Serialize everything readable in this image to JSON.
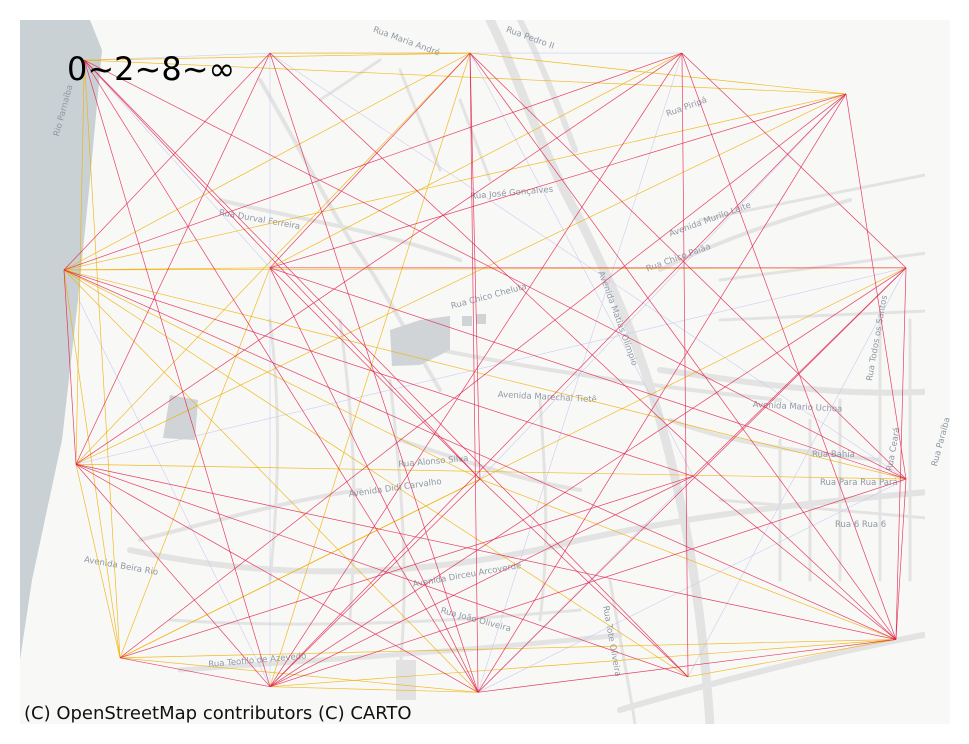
{
  "legend": {
    "text": "0~2~8~∞"
  },
  "attribution": "(C) OpenStreetMap contributors (C) CARTO",
  "colors": {
    "band_0_2": "#c8c8f0",
    "band_2_8": "#f0b000",
    "band_8_inf": "#e0204a",
    "background": "#f8f8f7",
    "river": "#c8d0d4",
    "road": "#e2e2e2"
  },
  "street_labels": [
    {
      "text": "Rua Maria André"
    },
    {
      "text": "Rua Pedro II"
    },
    {
      "text": "Rua Piripá"
    },
    {
      "text": "Rua José Gonçalves"
    },
    {
      "text": "Rua Durval Ferreira"
    },
    {
      "text": "Rua Chico Paiãa"
    },
    {
      "text": "Avenida Murilo Leite"
    },
    {
      "text": "Rua Chico Cheluta"
    },
    {
      "text": "Avenida Matias Olímpio"
    },
    {
      "text": "Avenida Marechal Tietê"
    },
    {
      "text": "Avenida Mario Uchoa"
    },
    {
      "text": "Rua Bahia"
    },
    {
      "text": "Rua Alonso Silva"
    },
    {
      "text": "Avenida Didi Carvalho"
    },
    {
      "text": "Rua Para Rua Pará"
    },
    {
      "text": "Rua 6 Rua 6"
    },
    {
      "text": "Avenida Dirceu Arcoverde"
    },
    {
      "text": "Avenida Beira Rio"
    },
    {
      "text": "Rua João Oliveira"
    },
    {
      "text": "Rua Teofilo de Azevedo"
    },
    {
      "text": "Rua Tote Oliveira"
    },
    {
      "text": "Rio Parnaíba"
    },
    {
      "text": "Rua Ceará"
    },
    {
      "text": "Rua Todos os Santos"
    },
    {
      "text": "Rua Paraíba"
    }
  ],
  "nodes": [
    {
      "id": "n1",
      "lon": 0.0692,
      "lat": 0.943
    },
    {
      "id": "n2",
      "lon": 0.2688,
      "lat": 0.953
    },
    {
      "id": "n3",
      "lon": 0.4839,
      "lat": 0.953
    },
    {
      "id": "n4",
      "lon": 0.7118,
      "lat": 0.953
    },
    {
      "id": "n5",
      "lon": 0.8882,
      "lat": 0.895
    },
    {
      "id": "n6",
      "lon": 0.0473,
      "lat": 0.645
    },
    {
      "id": "n7",
      "lon": 0.2688,
      "lat": 0.648
    },
    {
      "id": "n8",
      "lon": 0.9527,
      "lat": 0.648
    },
    {
      "id": "n9",
      "lon": 0.0602,
      "lat": 0.369
    },
    {
      "id": "n10",
      "lon": 0.4946,
      "lat": 0.348
    },
    {
      "id": "n11",
      "lon": 0.7237,
      "lat": 0.352
    },
    {
      "id": "n12",
      "lon": 0.9527,
      "lat": 0.348
    },
    {
      "id": "n13",
      "lon": 0.1075,
      "lat": 0.094
    },
    {
      "id": "n14",
      "lon": 0.2688,
      "lat": 0.053
    },
    {
      "id": "n15",
      "lon": 0.4925,
      "lat": 0.045
    },
    {
      "id": "n16",
      "lon": 0.7183,
      "lat": 0.067
    },
    {
      "id": "n17",
      "lon": 0.9419,
      "lat": 0.12
    }
  ],
  "flows": [
    {
      "from": "n1",
      "to": "n5",
      "band": "2-8"
    },
    {
      "from": "n1",
      "to": "n3",
      "band": "2-8"
    },
    {
      "from": "n1",
      "to": "n13",
      "band": "2-8"
    },
    {
      "from": "n1",
      "to": "n10",
      "band": "8-inf"
    },
    {
      "from": "n1",
      "to": "n15",
      "band": "8-inf"
    },
    {
      "from": "n1",
      "to": "n12",
      "band": "8-inf"
    },
    {
      "from": "n1",
      "to": "n9",
      "band": "2-8"
    },
    {
      "from": "n1",
      "to": "n7",
      "band": "0-2"
    },
    {
      "from": "n1",
      "to": "n2",
      "band": "0-2"
    },
    {
      "from": "n1",
      "to": "n14",
      "band": "8-inf"
    },
    {
      "from": "n1",
      "to": "n16",
      "band": "8-inf"
    },
    {
      "from": "n2",
      "to": "n17",
      "band": "8-inf"
    },
    {
      "from": "n2",
      "to": "n15",
      "band": "8-inf"
    },
    {
      "from": "n2",
      "to": "n9",
      "band": "8-inf"
    },
    {
      "from": "n2",
      "to": "n12",
      "band": "0-2"
    },
    {
      "from": "n2",
      "to": "n4",
      "band": "0-2"
    },
    {
      "from": "n2",
      "to": "n6",
      "band": "8-inf"
    },
    {
      "from": "n2",
      "to": "n3",
      "band": "2-8"
    },
    {
      "from": "n2",
      "to": "n14",
      "band": "0-2"
    },
    {
      "from": "n3",
      "to": "n14",
      "band": "2-8"
    },
    {
      "from": "n3",
      "to": "n17",
      "band": "8-inf"
    },
    {
      "from": "n3",
      "to": "n7",
      "band": "8-inf"
    },
    {
      "from": "n3",
      "to": "n6",
      "band": "2-8"
    },
    {
      "from": "n3",
      "to": "n9",
      "band": "2-8"
    },
    {
      "from": "n3",
      "to": "n12",
      "band": "8-inf"
    },
    {
      "from": "n3",
      "to": "n10",
      "band": "8-inf"
    },
    {
      "from": "n3",
      "to": "n15",
      "band": "8-inf"
    },
    {
      "from": "n3",
      "to": "n5",
      "band": "2-8"
    },
    {
      "from": "n3",
      "to": "n11",
      "band": "0-2"
    },
    {
      "from": "n4",
      "to": "n17",
      "band": "8-inf"
    },
    {
      "from": "n4",
      "to": "n14",
      "band": "8-inf"
    },
    {
      "from": "n4",
      "to": "n9",
      "band": "8-inf"
    },
    {
      "from": "n4",
      "to": "n7",
      "band": "2-8"
    },
    {
      "from": "n4",
      "to": "n8",
      "band": "8-inf"
    },
    {
      "from": "n4",
      "to": "n6",
      "band": "8-inf"
    },
    {
      "from": "n4",
      "to": "n15",
      "band": "0-2"
    },
    {
      "from": "n4",
      "to": "n16",
      "band": "8-inf"
    },
    {
      "from": "n5",
      "to": "n14",
      "band": "8-inf"
    },
    {
      "from": "n5",
      "to": "n13",
      "band": "8-inf"
    },
    {
      "from": "n5",
      "to": "n9",
      "band": "2-8"
    },
    {
      "from": "n5",
      "to": "n7",
      "band": "8-inf"
    },
    {
      "from": "n5",
      "to": "n6",
      "band": "2-8"
    },
    {
      "from": "n5",
      "to": "n12",
      "band": "8-inf"
    },
    {
      "from": "n5",
      "to": "n10",
      "band": "0-2"
    },
    {
      "from": "n5",
      "to": "n15",
      "band": "8-inf"
    },
    {
      "from": "n6",
      "to": "n12",
      "band": "2-8"
    },
    {
      "from": "n6",
      "to": "n17",
      "band": "8-inf"
    },
    {
      "from": "n6",
      "to": "n15",
      "band": "2-8"
    },
    {
      "from": "n6",
      "to": "n14",
      "band": "0-2"
    },
    {
      "from": "n6",
      "to": "n10",
      "band": "2-8"
    },
    {
      "from": "n6",
      "to": "n8",
      "band": "2-8"
    },
    {
      "from": "n6",
      "to": "n13",
      "band": "2-8"
    },
    {
      "from": "n6",
      "to": "n11",
      "band": "8-inf"
    },
    {
      "from": "n6",
      "to": "n9",
      "band": "8-inf"
    },
    {
      "from": "n6",
      "to": "n16",
      "band": "2-8"
    },
    {
      "from": "n6",
      "to": "n7",
      "band": "2-8"
    },
    {
      "from": "n7",
      "to": "n12",
      "band": "8-inf"
    },
    {
      "from": "n7",
      "to": "n13",
      "band": "2-8"
    },
    {
      "from": "n7",
      "to": "n10",
      "band": "8-inf"
    },
    {
      "from": "n7",
      "to": "n15",
      "band": "8-inf"
    },
    {
      "from": "n7",
      "to": "n8",
      "band": "8-inf"
    },
    {
      "from": "n8",
      "to": "n13",
      "band": "2-8"
    },
    {
      "from": "n8",
      "to": "n14",
      "band": "8-inf"
    },
    {
      "from": "n8",
      "to": "n15",
      "band": "8-inf"
    },
    {
      "from": "n8",
      "to": "n16",
      "band": "0-2"
    },
    {
      "from": "n8",
      "to": "n9",
      "band": "0-2"
    },
    {
      "from": "n8",
      "to": "n11",
      "band": "8-inf"
    },
    {
      "from": "n8",
      "to": "n17",
      "band": "8-inf"
    },
    {
      "from": "n9",
      "to": "n17",
      "band": "8-inf"
    },
    {
      "from": "n9",
      "to": "n16",
      "band": "8-inf"
    },
    {
      "from": "n9",
      "to": "n14",
      "band": "8-inf"
    },
    {
      "from": "n9",
      "to": "n12",
      "band": "2-8"
    },
    {
      "from": "n9",
      "to": "n13",
      "band": "2-8"
    },
    {
      "from": "n9",
      "to": "n15",
      "band": "8-inf"
    },
    {
      "from": "n10",
      "to": "n14",
      "band": "8-inf"
    },
    {
      "from": "n10",
      "to": "n13",
      "band": "2-8"
    },
    {
      "from": "n10",
      "to": "n17",
      "band": "2-8"
    },
    {
      "from": "n10",
      "to": "n16",
      "band": "8-inf"
    },
    {
      "from": "n11",
      "to": "n14",
      "band": "8-inf"
    },
    {
      "from": "n11",
      "to": "n13",
      "band": "8-inf"
    },
    {
      "from": "n11",
      "to": "n15",
      "band": "0-2"
    },
    {
      "from": "n11",
      "to": "n17",
      "band": "8-inf"
    },
    {
      "from": "n12",
      "to": "n14",
      "band": "8-inf"
    },
    {
      "from": "n12",
      "to": "n15",
      "band": "0-2"
    },
    {
      "from": "n12",
      "to": "n17",
      "band": "8-inf"
    },
    {
      "from": "n13",
      "to": "n17",
      "band": "2-8"
    },
    {
      "from": "n13",
      "to": "n14",
      "band": "8-inf"
    },
    {
      "from": "n13",
      "to": "n15",
      "band": "2-8"
    },
    {
      "from": "n14",
      "to": "n17",
      "band": "2-8"
    },
    {
      "from": "n14",
      "to": "n15",
      "band": "2-8"
    },
    {
      "from": "n15",
      "to": "n17",
      "band": "8-inf"
    },
    {
      "from": "n16",
      "to": "n17",
      "band": "2-8"
    }
  ]
}
